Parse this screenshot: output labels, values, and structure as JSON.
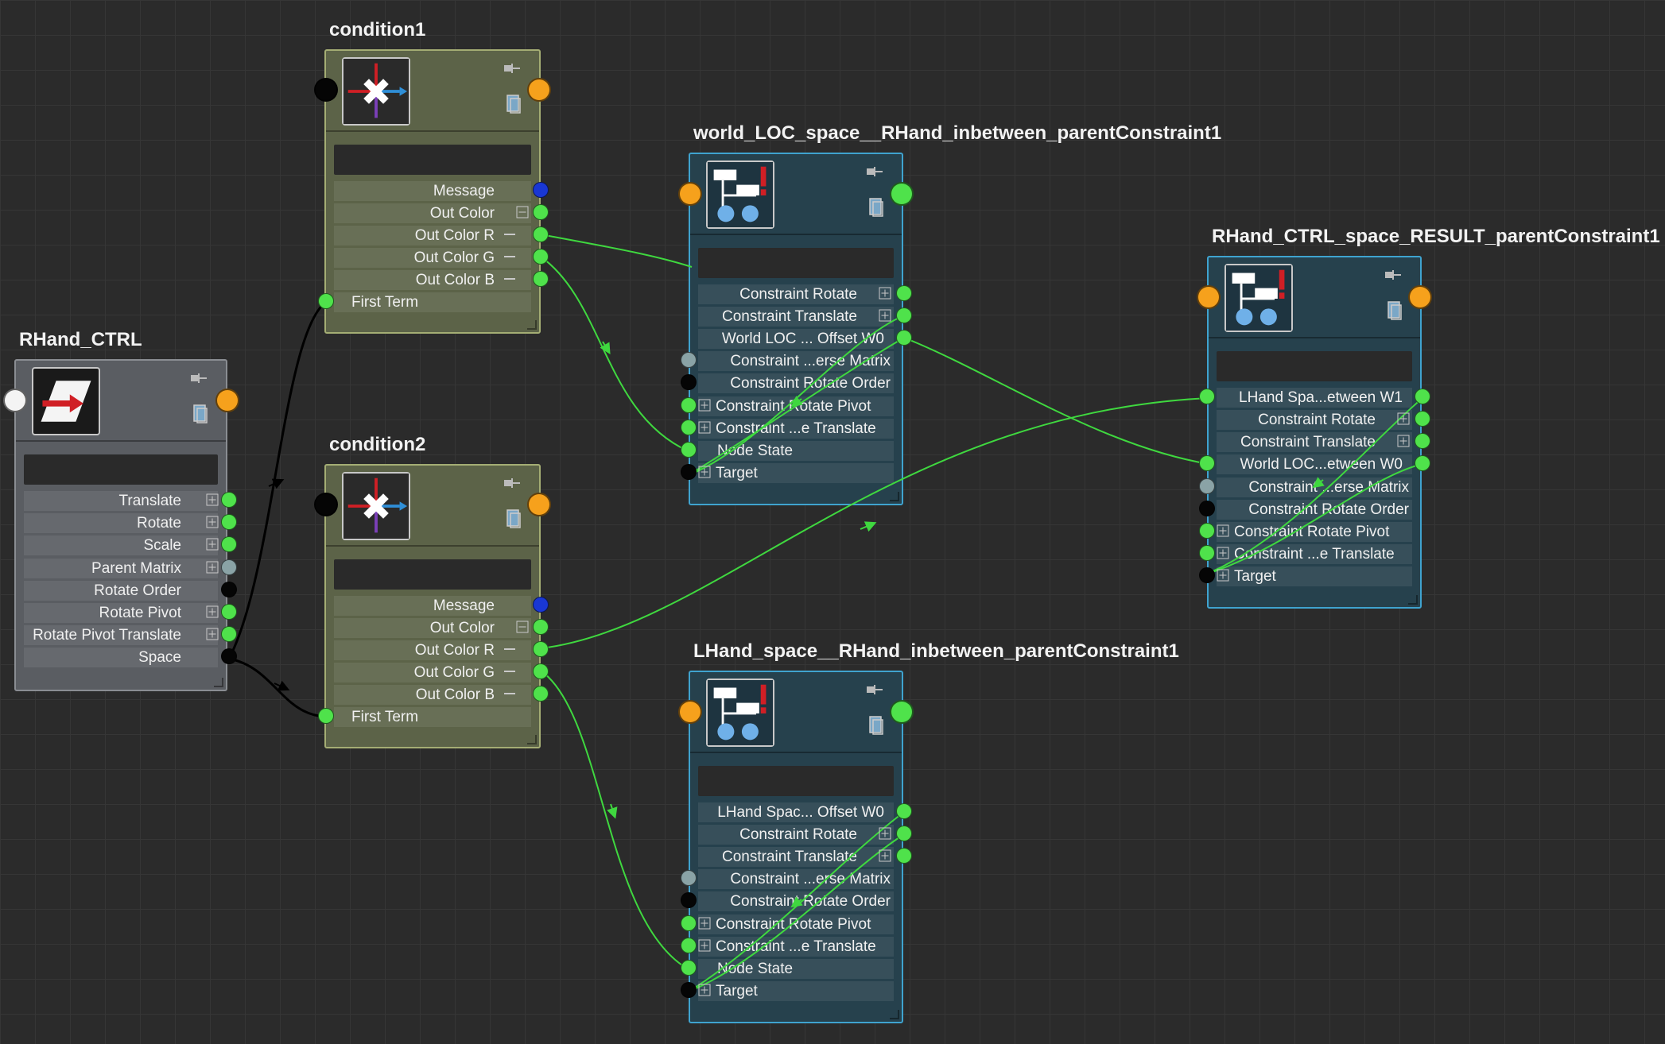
{
  "colors": {
    "background": "#2b2b2b",
    "condition_node": "#5c6348",
    "transform_node": "#5a5d62",
    "constraint_node": "#26414d",
    "constraint_border": "#3fa3cf",
    "wire_green": "#3fd83f",
    "wire_black": "#000000",
    "port_green": "#4fe24b",
    "port_orange": "#f6a11c",
    "port_blue": "#1937d4"
  },
  "icons": {
    "condition": "condition-node-icon",
    "transform": "transform-node-icon",
    "constraint": "parent-constraint-icon",
    "pin": "pin-icon",
    "doc": "document-icon"
  },
  "nodes": {
    "rhand_ctrl": {
      "title": "RHand_CTRL",
      "attrs": [
        "Translate",
        "Rotate",
        "Scale",
        "Parent Matrix",
        "Rotate Order",
        "Rotate Pivot",
        "Rotate Pivot Translate",
        "Space"
      ]
    },
    "condition1": {
      "title": "condition1",
      "attrs": [
        "Message",
        "Out Color",
        "Out Color R",
        "Out Color G",
        "Out Color B",
        "First Term"
      ]
    },
    "condition2": {
      "title": "condition2",
      "attrs": [
        "Message",
        "Out Color",
        "Out Color R",
        "Out Color G",
        "Out Color B",
        "First Term"
      ]
    },
    "world_pc": {
      "title": "world_LOC_space__RHand_inbetween_parentConstraint1",
      "attrs": [
        "Constraint Rotate",
        "Constraint Translate",
        "World LOC ... Offset W0",
        "Constraint ...erse Matrix",
        "Constraint Rotate Order",
        "Constraint Rotate Pivot",
        "Constraint ...e Translate",
        "Node State",
        "Target"
      ]
    },
    "result_pc": {
      "title": "RHand_CTRL_space_RESULT_parentConstraint1",
      "attrs": [
        "LHand Spa...etween W1",
        "Constraint Rotate",
        "Constraint Translate",
        "World LOC...etween W0",
        "Constraint ...erse Matrix",
        "Constraint Rotate Order",
        "Constraint Rotate Pivot",
        "Constraint ...e Translate",
        "Target"
      ]
    },
    "lhand_pc": {
      "title": "LHand_space__RHand_inbetween_parentConstraint1",
      "attrs": [
        "LHand Spac... Offset W0",
        "Constraint Rotate",
        "Constraint Translate",
        "Constraint ...erse Matrix",
        "Constraint Rotate Order",
        "Constraint Rotate Pivot",
        "Constraint ...e Translate",
        "Node State",
        "Target"
      ]
    }
  }
}
